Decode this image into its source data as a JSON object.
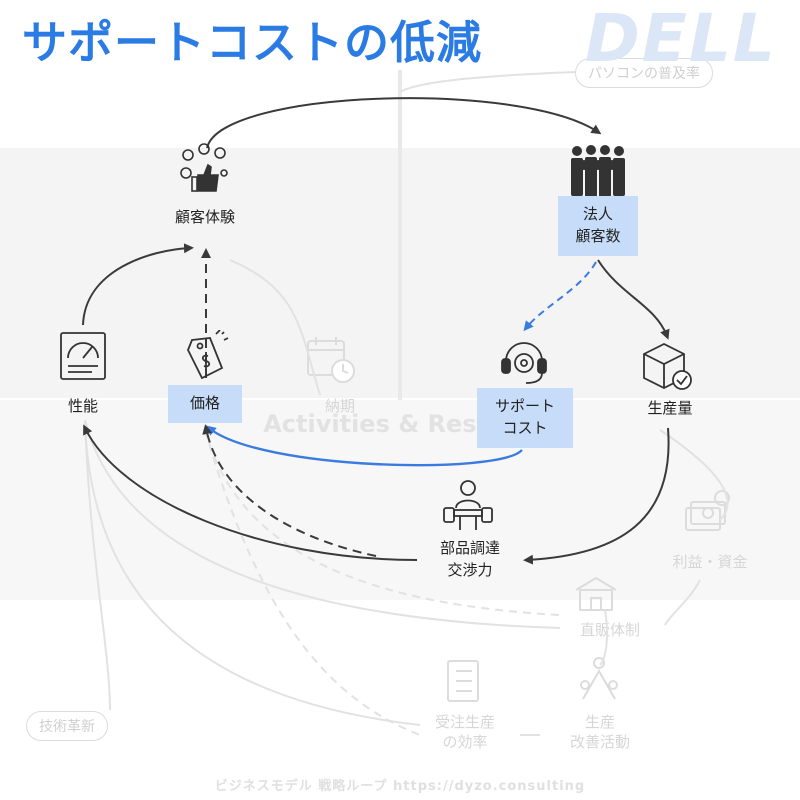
{
  "header": {
    "title": "サポートコストの低減",
    "brand": "DELL"
  },
  "nodes": {
    "customer_experience": "顧客体験",
    "corporate_customers_line1": "法人",
    "corporate_customers_line2": "顧客数",
    "performance": "性能",
    "price": "価格",
    "support_cost_line1": "サポート",
    "support_cost_line2": "コスト",
    "production_volume": "生産量",
    "procurement_line1": "部品調達",
    "procurement_line2": "交渉力"
  },
  "faded": {
    "pc_penetration": "パソコンの普及率",
    "delivery": "納期",
    "activities": "Activities & Resources",
    "profit_funds": "利益・資金",
    "direct_sales": "直販体制",
    "tech_innovation": "技術革新",
    "order_efficiency_line1": "受注生産",
    "order_efficiency_line2": "の効率",
    "production_improvement_line1": "生産",
    "production_improvement_line2": "改善活動",
    "footer": "ビジネスモデル 戦略ループ https://dyzo.consulting"
  },
  "colors": {
    "title_blue": "#2b7be4",
    "highlight_box": "#c7dcf8",
    "arrow_dark": "#3a3a3a",
    "arrow_blue": "#3a7be0",
    "faded_gray": "#dcdcdc"
  },
  "icons": {
    "customer_experience": "customer-feedback-icon",
    "corporate_customers": "crowd-people-icon",
    "performance": "gauge-meter-icon",
    "price": "price-tag-icon",
    "support_cost": "support-headset-icon",
    "production_volume": "package-box-check-icon",
    "procurement": "meeting-table-icon",
    "delivery": "calendar-clock-icon",
    "profit_funds": "money-stack-icon",
    "direct_sales": "store-icon",
    "order_efficiency": "checklist-icon",
    "production_improvement": "teamwork-icon"
  }
}
